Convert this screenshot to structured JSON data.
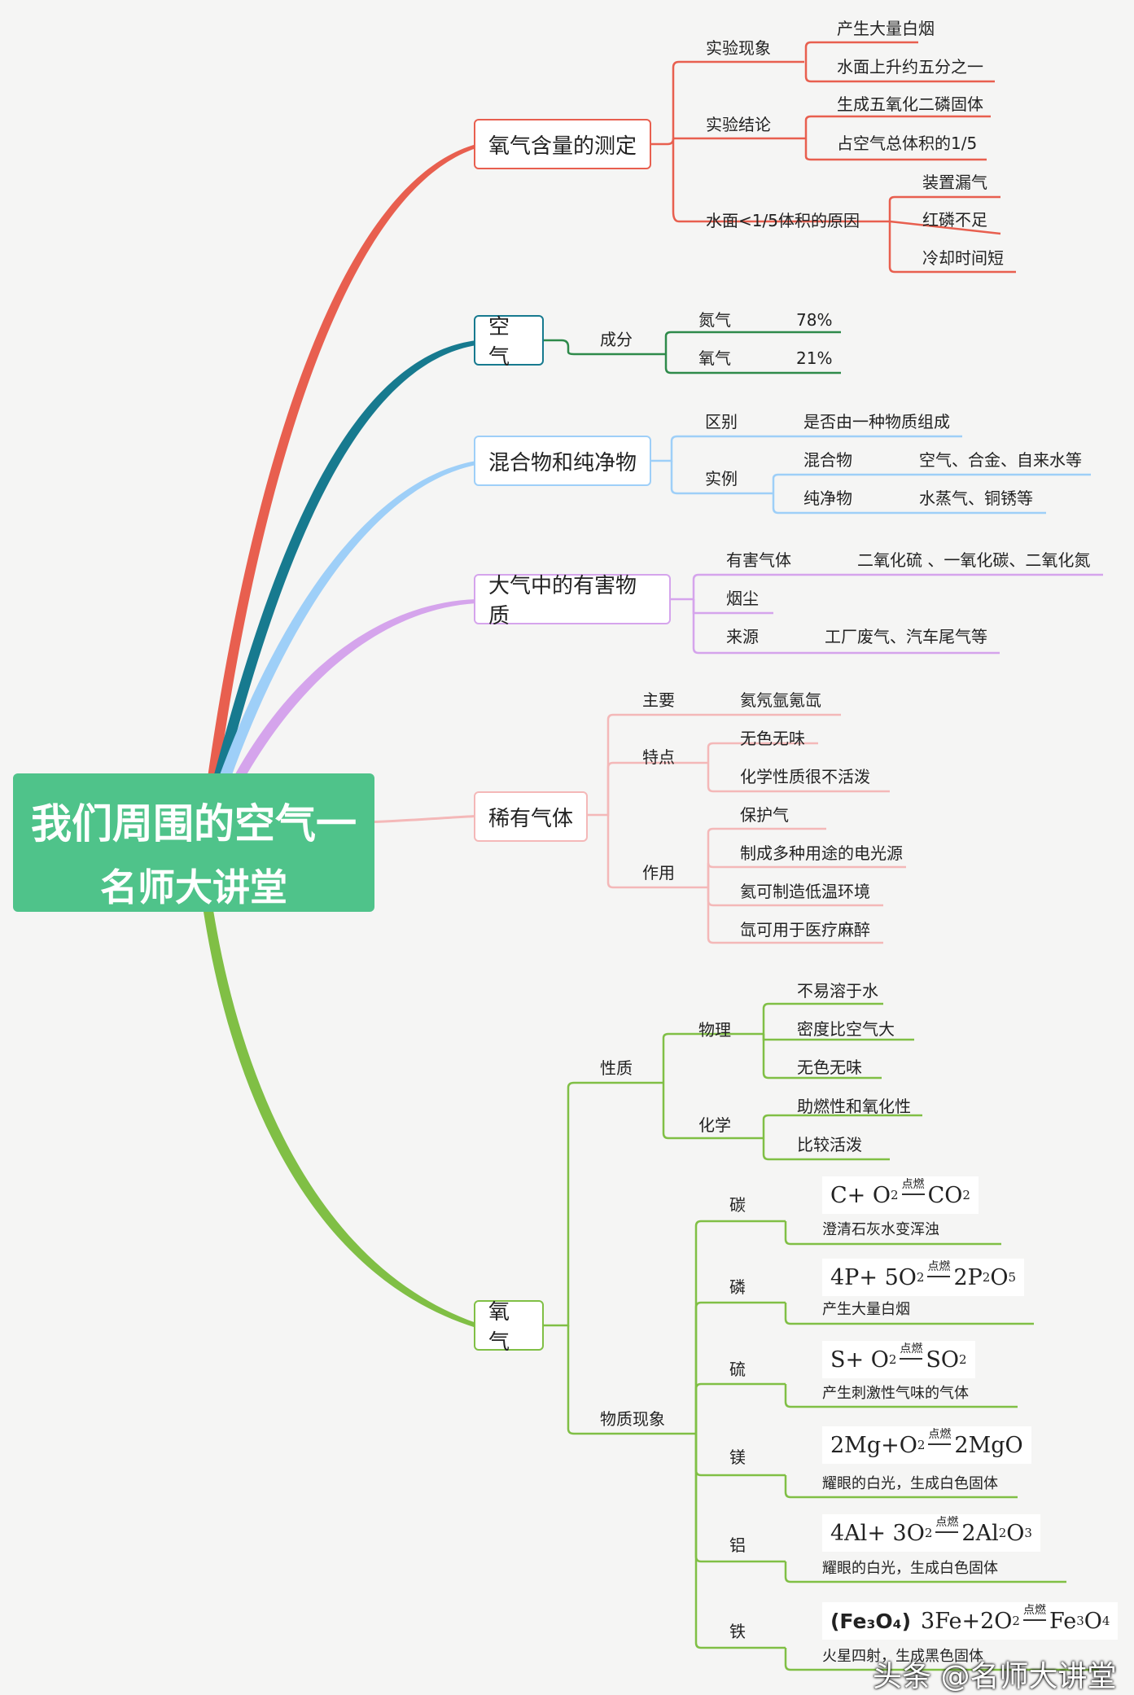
{
  "root": {
    "line1": "我们周围的空气一",
    "line2": "名师大讲堂"
  },
  "colors": {
    "oxygen_measure": "#e85f4f",
    "air": "#177a8f",
    "mixture": "#9ecff8",
    "harmful": "#d5a4ec",
    "rare_gas": "#f4b8b8",
    "oxygen": "#80bf45",
    "root_bg": "#4fc38a"
  },
  "oxygen_measure": {
    "title": "氧气含量的测定",
    "phenomena": {
      "label": "实验现象",
      "items": [
        "产生大量白烟",
        "水面上升约五分之一"
      ]
    },
    "conclusion": {
      "label": "实验结论",
      "items": [
        "生成五氧化二磷固体",
        "占空气总体积的1/5"
      ]
    },
    "reasons": {
      "label": "水面<1/5体积的原因",
      "items": [
        "装置漏气",
        "红磷不足",
        "冷却时间短"
      ]
    }
  },
  "air": {
    "title": "空气",
    "composition": "成分",
    "items": [
      {
        "name": "氮气",
        "value": "78%"
      },
      {
        "name": "氧气",
        "value": "21%"
      }
    ]
  },
  "mixture": {
    "title": "混合物和纯净物",
    "difference": {
      "label": "区别",
      "value": "是否由一种物质组成"
    },
    "examples": {
      "label": "实例",
      "mixture": "混合物",
      "mixture_value": "空气、合金、自来水等",
      "pure": "纯净物",
      "pure_value": "水蒸气、铜锈等"
    }
  },
  "harmful": {
    "title": "大气中的有害物质",
    "gas": {
      "label": "有害气体",
      "value": "二氧化硫 、一氧化碳、二氧化氮"
    },
    "dust": "烟尘",
    "source": {
      "label": "来源",
      "value": "工厂废气、汽车尾气等"
    }
  },
  "rare_gas": {
    "title": "稀有气体",
    "main": {
      "label": "主要",
      "value": "氦氖氩氪氙"
    },
    "features": {
      "label": "特点",
      "items": [
        "无色无味",
        "化学性质很不活泼"
      ]
    },
    "uses": {
      "label": "作用",
      "items": [
        "保护气",
        "制成多种用途的电光源",
        "氦可制造低温环境",
        "氙可用于医疗麻醉"
      ]
    }
  },
  "oxygen": {
    "title": "氧气",
    "properties": {
      "label": "性质",
      "physical": {
        "label": "物理",
        "items": [
          "不易溶于水",
          "密度比空气大",
          "无色无味"
        ]
      },
      "chemical": {
        "label": "化学",
        "items": [
          "助燃性和氧化性",
          "比较活泼"
        ]
      }
    },
    "phenomena_label": "物质现象",
    "condition": "点燃",
    "reactions": [
      {
        "element": "碳",
        "lhs": [
          "C",
          " + O",
          "2"
        ],
        "rhs": [
          "CO",
          "2"
        ],
        "note": "澄清石灰水变浑浊"
      },
      {
        "element": "磷",
        "lhs": [
          "4P",
          " + 5O",
          "2"
        ],
        "rhs": [
          "2P",
          "2",
          "O",
          "5"
        ],
        "note": "产生大量白烟"
      },
      {
        "element": "硫",
        "lhs": [
          "S",
          " + O",
          "2"
        ],
        "rhs": [
          "SO",
          "2"
        ],
        "note": "产生刺激性气味的气体"
      },
      {
        "element": "镁",
        "lhs": [
          "2Mg+O",
          "2"
        ],
        "rhs": [
          "2MgO"
        ],
        "note": "耀眼的白光，生成白色固体"
      },
      {
        "element": "铝",
        "lhs": [
          "4Al",
          " + 3O",
          "2"
        ],
        "rhs": [
          "2Al",
          "2",
          "O",
          "3"
        ],
        "note": "耀眼的白光，生成白色固体"
      },
      {
        "element": "铁",
        "prefix": "(Fe₃O₄)",
        "lhs": [
          "3Fe+2O",
          "2"
        ],
        "rhs": [
          "Fe",
          "3",
          "O",
          "4"
        ],
        "note": "火星四射，生成黑色固体"
      }
    ]
  },
  "watermark": "头条 @名师大讲堂"
}
